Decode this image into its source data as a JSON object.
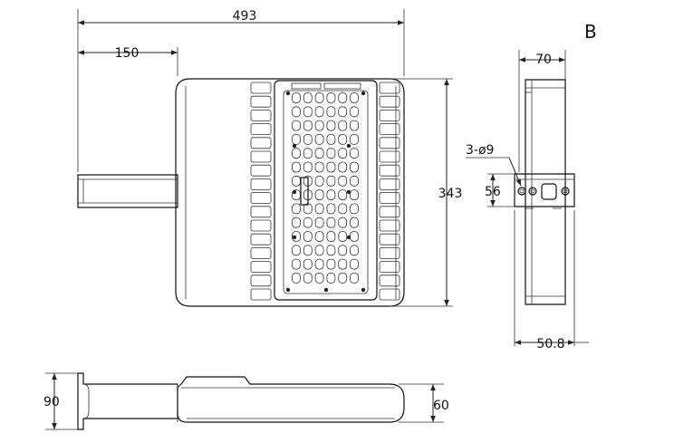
{
  "view_label": "B",
  "dimensions": {
    "overall_width": "493",
    "arm_length": "150",
    "height": "343",
    "side_depth": "70",
    "hole_spec": "3-ø9",
    "bracket_height": "56",
    "bracket_depth": "50.8",
    "arm_height": "90",
    "body_thickness": "60"
  }
}
